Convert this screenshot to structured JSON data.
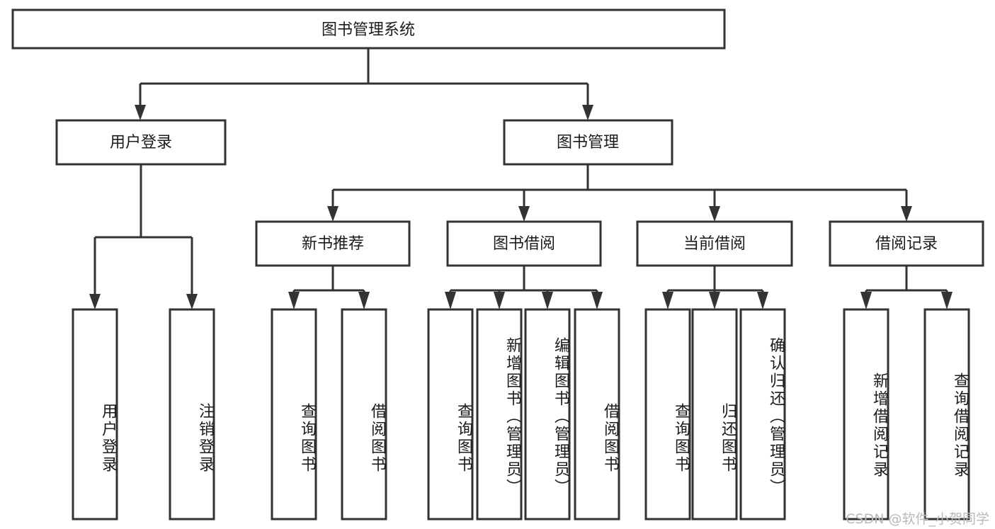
{
  "diagram": {
    "title": "图书管理系统",
    "type": "tree-hierarchy",
    "orientation": "top-down",
    "watermark": "CSDN @软件_小贺同学",
    "colors": {
      "stroke": "#333333",
      "fill": "#ffffff",
      "text": "#1b1b1b",
      "watermark": "#b9b9b9",
      "background": "#ffffff"
    },
    "levels": {
      "root": "图书管理系统",
      "level2": [
        "用户登录",
        "图书管理"
      ],
      "level3": [
        "新书推荐",
        "图书借阅",
        "当前借阅",
        "借阅记录"
      ],
      "leaves": [
        "用户登录",
        "注销登录",
        "查询图书",
        "借阅图书",
        "查询图书",
        "新增图书（管理员）",
        "编辑图书（管理员）",
        "借阅图书",
        "查询图书",
        "归还图书",
        "确认归还（管理员）",
        "新增借阅记录",
        "查询借阅记录"
      ]
    },
    "nodes": {
      "root": {
        "label": "图书管理系统"
      },
      "user_login": {
        "label": "用户登录"
      },
      "book_manage": {
        "label": "图书管理"
      },
      "new_book_rec": {
        "label": "新书推荐"
      },
      "book_borrow": {
        "label": "图书借阅"
      },
      "current_borrow": {
        "label": "当前借阅"
      },
      "borrow_record": {
        "label": "借阅记录"
      },
      "leaf_user_login": {
        "label": "用户登录"
      },
      "leaf_logout": {
        "label": "注销登录"
      },
      "leaf_query_book_1": {
        "label": "查询图书"
      },
      "leaf_borrow_book_1": {
        "label": "借阅图书"
      },
      "leaf_query_book_2": {
        "label": "查询图书"
      },
      "leaf_add_book_admin": {
        "label": "新增图书（管理员）"
      },
      "leaf_edit_book_admin": {
        "label": "编辑图书（管理员）"
      },
      "leaf_borrow_book_2": {
        "label": "借阅图书"
      },
      "leaf_query_book_3": {
        "label": "查询图书"
      },
      "leaf_return_book": {
        "label": "归还图书"
      },
      "leaf_confirm_return_admin": {
        "label": "确认归还（管理员）"
      },
      "leaf_add_record": {
        "label": "新增借阅记录"
      },
      "leaf_query_record": {
        "label": "查询借阅记录"
      }
    }
  }
}
